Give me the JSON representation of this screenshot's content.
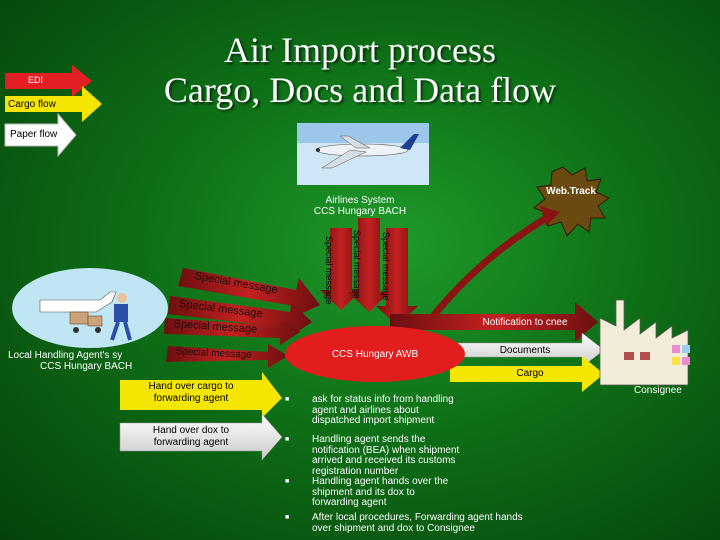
{
  "title": {
    "line1": "Air Import process",
    "line2": "Cargo, Docs and Data flow"
  },
  "legend": {
    "edi": "EDI",
    "cargo": "Cargo flow",
    "paper": "Paper flow"
  },
  "nodes": {
    "airlines": {
      "line1": "Airlines System",
      "line2": "CCS Hungary BACH"
    },
    "webtrack": "Web.Track",
    "handling_agent": {
      "line1": "Local Handling Agent's sy",
      "line2": "CCS Hungary BACH"
    },
    "ccs_awb": "CCS Hungary AWB",
    "consignee": "Consignee"
  },
  "messages": {
    "vertical": [
      "Special message",
      "Special message",
      "Special message"
    ],
    "diagonal": [
      "Special message",
      "Special message",
      "Special message",
      "Special message"
    ]
  },
  "flows": {
    "notification": "Notification to cnee",
    "documents": "Documents",
    "cargo": "Cargo",
    "hand_cargo": {
      "line1": "Hand over cargo to",
      "line2": "forwarding agent"
    },
    "hand_dox": {
      "line1": "Hand over dox to",
      "line2": "forwarding agent"
    }
  },
  "bullets": [
    {
      "l1": "ask for status info from handling",
      "l2": "agent and airlines about",
      "l3": "dispatched import shipment",
      "l4": ""
    },
    {
      "l1": "Handling agent sends the",
      "l2": "notification (BEA) when shipment",
      "l3": "arrived and received its customs",
      "l4": "registration number"
    },
    {
      "l1": "Handling agent hands over the",
      "l2": "shipment and its dox to",
      "l3": "forwarding agent",
      "l4": ""
    },
    {
      "l1": "After local procedures, Forwarding agent hands",
      "l2": "over shipment and dox to Consignee",
      "l3": "",
      "l4": ""
    }
  ],
  "colors": {
    "edi": "#e31e24",
    "cargo": "#f5e600",
    "paper": "#ffffff",
    "arrow_red": "#9c1c1c",
    "ccs": "#e21d1d"
  }
}
